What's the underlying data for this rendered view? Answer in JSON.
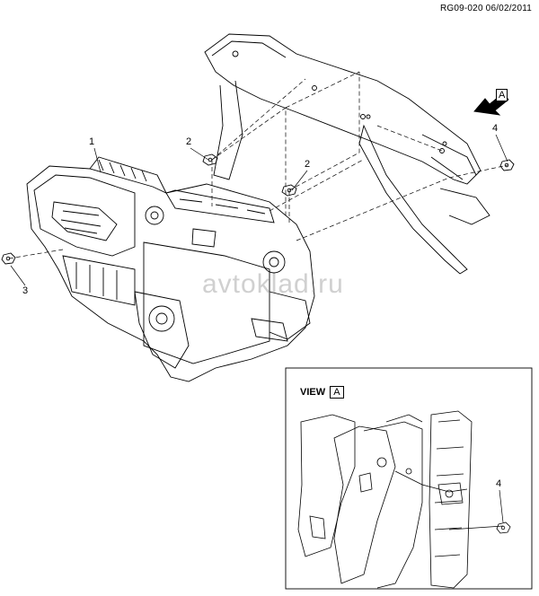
{
  "header": {
    "code": "RG09-020 06/02/2011"
  },
  "callouts": {
    "c1": "1",
    "c2a": "2",
    "c2b": "2",
    "c3": "3",
    "c4": "4",
    "c4_view": "4"
  },
  "view_arrow_letter": "A",
  "view_box": {
    "label": "VIEW",
    "letter": "A"
  },
  "watermark": "avtoklad.ru"
}
